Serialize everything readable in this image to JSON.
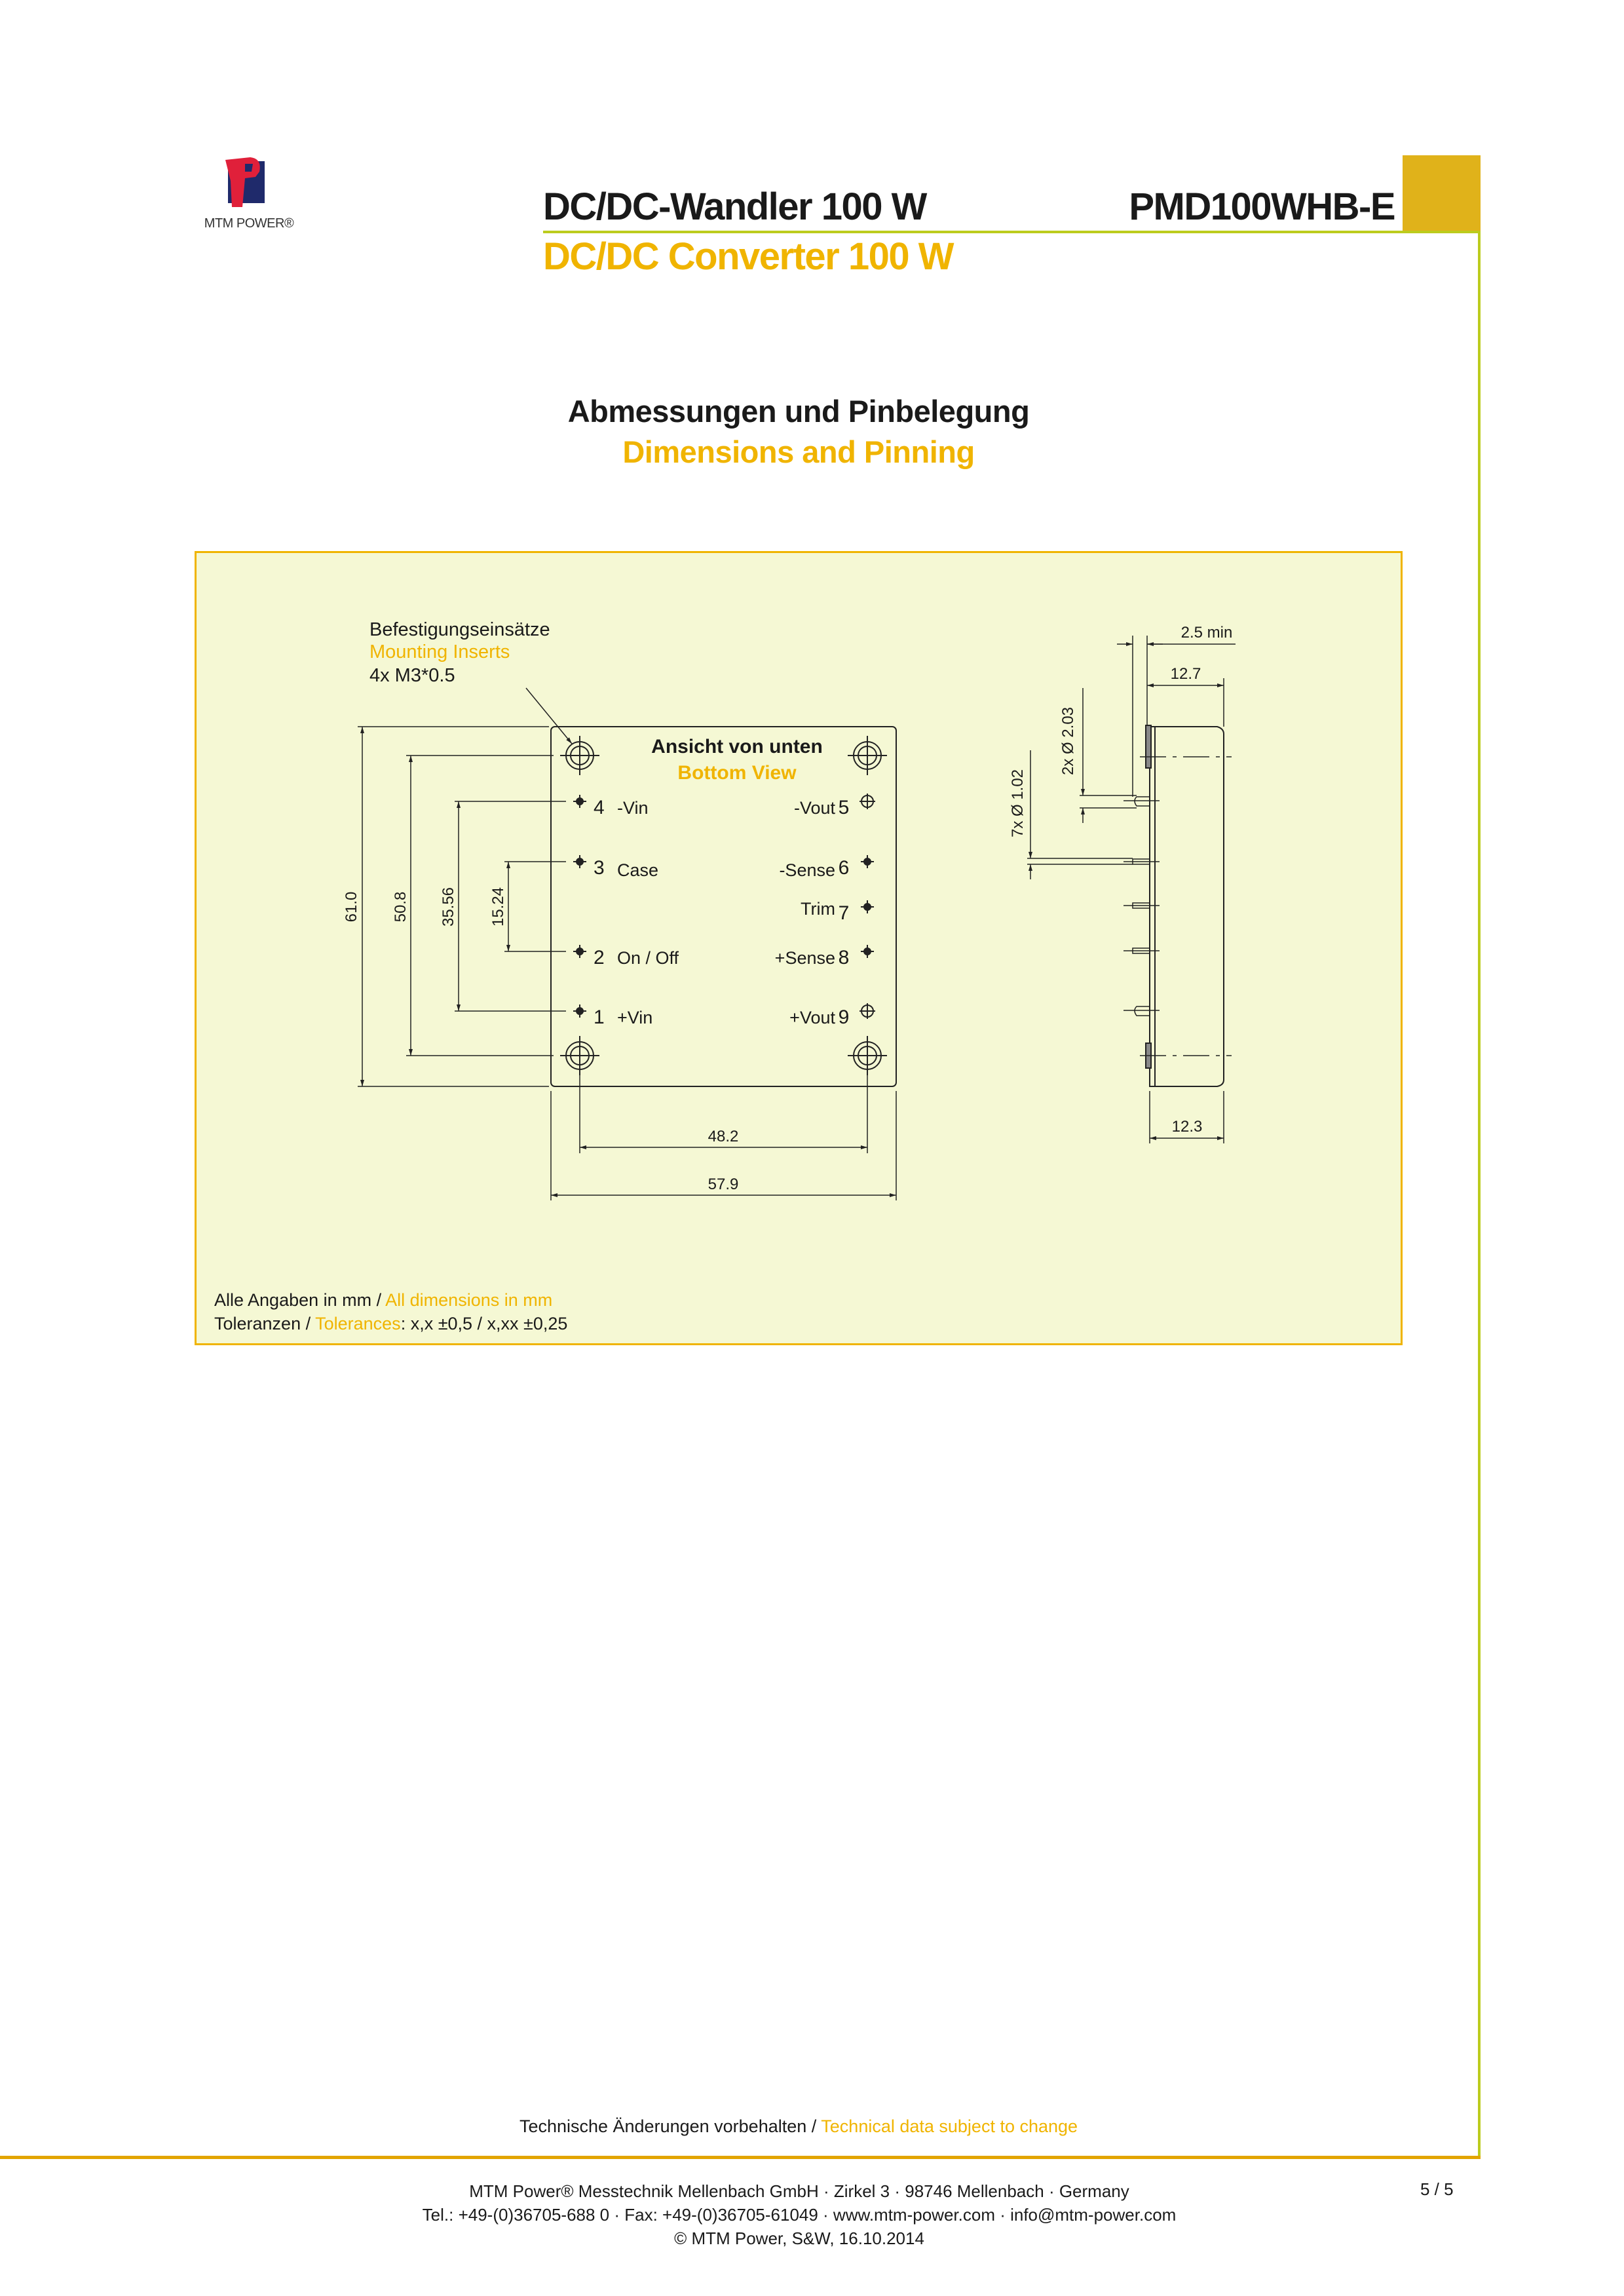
{
  "header": {
    "logo_text": "MTM POWER®",
    "title_de": "DC/DC-Wandler 100 W",
    "title_en": "DC/DC Converter 100 W",
    "part_number": "PMD100WHB-E"
  },
  "section": {
    "title_de": "Abmessungen und Pinbelegung",
    "title_en": "Dimensions and Pinning"
  },
  "drawing": {
    "inserts_de": "Befestigungseinsätze",
    "inserts_en": "Mounting Inserts",
    "inserts_spec": "4x M3*0.5",
    "view_de": "Ansicht von unten",
    "view_en": "Bottom View",
    "pins": [
      {
        "num": "1",
        "label": "+Vin"
      },
      {
        "num": "2",
        "label": "On / Off"
      },
      {
        "num": "3",
        "label": "Case"
      },
      {
        "num": "4",
        "label": "-Vin"
      },
      {
        "num": "5",
        "label": "-Vout"
      },
      {
        "num": "6",
        "label": "-Sense"
      },
      {
        "num": "7",
        "label": "Trim"
      },
      {
        "num": "8",
        "label": "+Sense"
      },
      {
        "num": "9",
        "label": "+Vout"
      }
    ],
    "dims": {
      "height_total": "61.0",
      "height_inserts": "50.8",
      "pins_1_4": "35.56",
      "pins_2_3": "15.24",
      "width_inserts": "48.2",
      "width_total": "57.9",
      "pin_length_min": "2.5 min",
      "depth_with_pins": "12.7",
      "depth": "12.3",
      "large_pin_dia": "2x Ø 2.03",
      "small_pin_dia": "7x Ø 1.02"
    }
  },
  "notes": {
    "units_de": "Alle Angaben in mm / ",
    "units_en": "All dimensions in mm",
    "tol_de": "Toleranzen / ",
    "tol_en": "Tolerances",
    "tol_values": ": x,x ±0,5 / x,xx ±0,25"
  },
  "footer": {
    "disclaimer_de": "Technische Änderungen vorbehalten / ",
    "disclaimer_en": "Technical data subject to change",
    "address": "MTM Power®  Messtechnik Mellenbach GmbH · Zirkel 3 · 98746 Mellenbach · Germany",
    "contact": "Tel.: +49-(0)36705-688 0 · Fax: +49-(0)36705-61049 · www.mtm-power.com · info@mtm-power.com",
    "copyright": "© MTM Power, S&W, 16.10.2014",
    "page": "5 / 5"
  },
  "colors": {
    "accent_gold": "#f0b400",
    "line_green": "#bccc1e",
    "box_bg": "#f5f8d4"
  }
}
